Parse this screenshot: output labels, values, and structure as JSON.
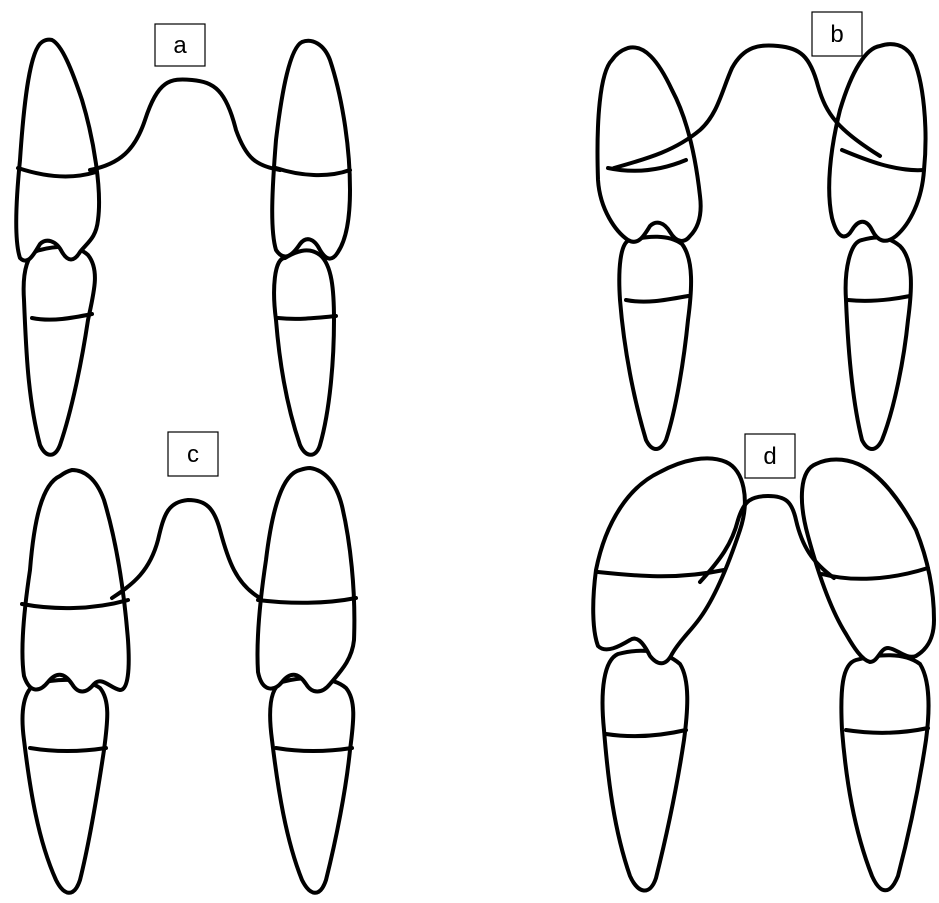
{
  "panels": [
    {
      "label": "a"
    },
    {
      "label": "b"
    },
    {
      "label": "c"
    },
    {
      "label": "d"
    }
  ],
  "colors": {
    "stroke": "#000000",
    "background": "#ffffff"
  }
}
